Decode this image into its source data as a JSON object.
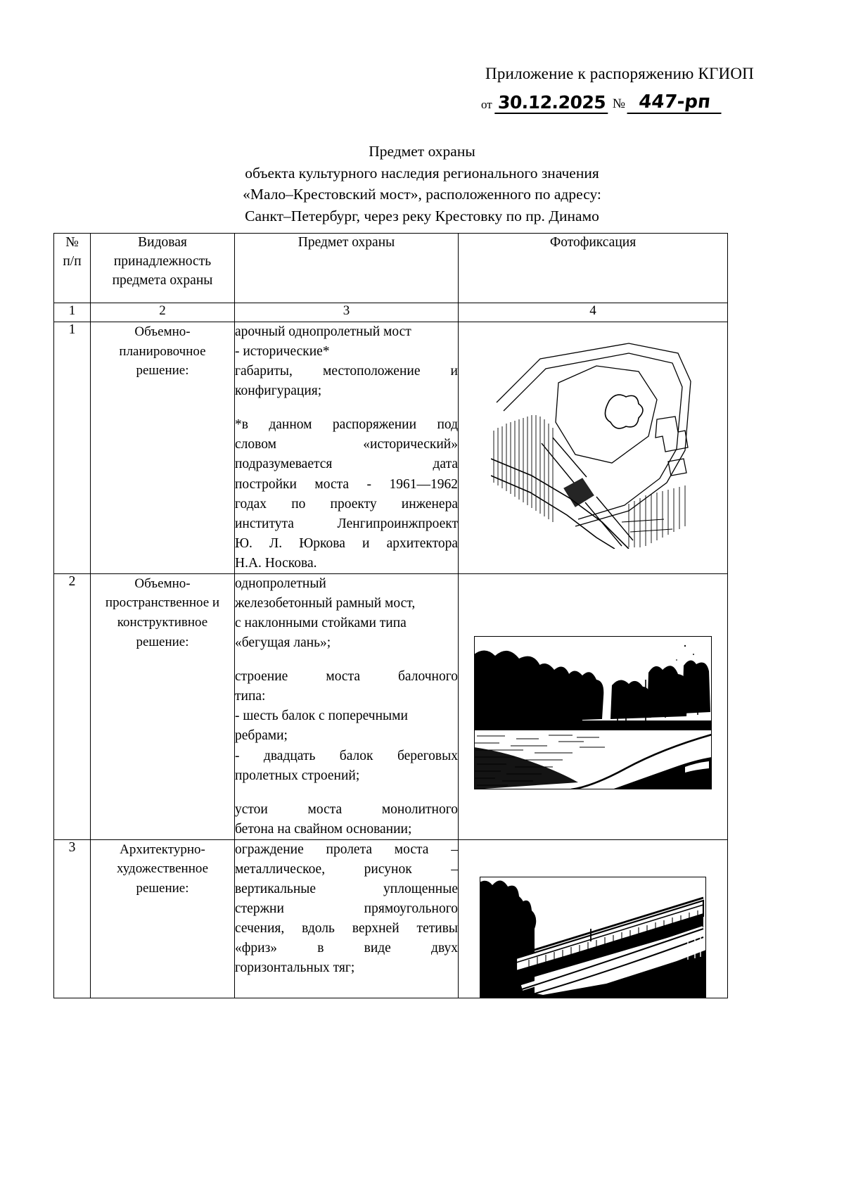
{
  "header": {
    "appendix_line": "Приложение к распоряжению КГИОП",
    "date_label": "от",
    "date_value": "30.12.2025",
    "number_sign": "№",
    "number_value": "447-рп"
  },
  "title": {
    "line1": "Предмет охраны",
    "line2": "объекта культурного наследия регионального значения",
    "line3": "«Мало–Крестовский мост», расположенного по адресу:",
    "line4": "Санкт–Петербург, через реку Крестовку по пр. Динамо"
  },
  "table": {
    "headers": {
      "col1": "№\nп/п",
      "col1_line1": "№",
      "col1_line2": "п/п",
      "col2_line1": "Видовая",
      "col2_line2": "принадлежность",
      "col2_line3": "предмета охраны",
      "col3": "Предмет охраны",
      "col4": "Фотофиксация"
    },
    "column_numbers": [
      "1",
      "2",
      "3",
      "4"
    ],
    "rows": [
      {
        "num": "1",
        "kind_line1": "Объемно-",
        "kind_line2": "планировочное",
        "kind_line3": "решение:",
        "subject_paragraphs": [
          "арочный однопролетный мост - исторические* габариты, местоположение и конфигурация;",
          "*в данном распоряжении под словом «исторический» подразумевается дата постройки моста - 1961—1962 годах по проекту инженера института Ленгипроинжпроект Ю. Л. Юркова и архитектора Н.А. Носкова."
        ],
        "photo_name": "situational-plan-drawing"
      },
      {
        "num": "2",
        "kind_line1": "Объемно-",
        "kind_line2": "пространственное и",
        "kind_line3": "конструктивное",
        "kind_line4": "решение:",
        "subject_paragraphs": [
          "однопролетный железобетонный рамный мост, с наклонными стойками типа «бегущая лань»;",
          "строение моста балочного типа:\n- шесть балок с поперечными ребрами;\n- двадцать балок береговых пролетных строений;",
          "устои моста монолитного бетона на свайном основании;"
        ],
        "photo_name": "river-bank-photo"
      },
      {
        "num": "3",
        "kind_line1": "Архитектурно-",
        "kind_line2": "художественное",
        "kind_line3": "решение:",
        "subject_paragraphs": [
          "ограждение пролета моста – металлическое, рисунок – вертикальные уплощенные стержни прямоугольного сечения, вдоль верхней тетивы «фриз» в виде двух горизонтальных тяг;"
        ],
        "photo_name": "bridge-railing-photo"
      }
    ]
  },
  "row1_subject": {
    "p1_l1": "арочный однопролетный мост",
    "p1_l2": "- исторические*",
    "p1_l3": "габариты, местоположение и",
    "p1_l4": "конфигурация;",
    "p2_l1": "*в данном распоряжении под",
    "p2_l2": "словом «исторический»",
    "p2_l3": "подразумевается дата",
    "p2_l4": "постройки моста - 1961—1962",
    "p2_l5": "годах по проекту инженера",
    "p2_l6": "института Ленгипроинжпроект",
    "p2_l7": "Ю. Л. Юркова и архитектора",
    "p2_l8": "Н.А. Носкова."
  },
  "row2_subject": {
    "p1_l1": "однопролетный",
    "p1_l2": "железобетонный рамный мост,",
    "p1_l3": "с наклонными стойками типа",
    "p1_l4": "«бегущая лань»;",
    "p2_l1": "строение моста балочного",
    "p2_l2": "типа:",
    "p2_l3": "- шесть балок с поперечными",
    "p2_l4": "ребрами;",
    "p2_l5": "- двадцать балок береговых",
    "p2_l6": "пролетных строений;",
    "p3_l1": "устои моста монолитного",
    "p3_l2": "бетона на свайном основании;"
  },
  "row3_subject": {
    "p1_l1": "ограждение пролета моста –",
    "p1_l2": "металлическое, рисунок –",
    "p1_l3": "вертикальные уплощенные",
    "p1_l4": "стержни прямоугольного",
    "p1_l5": "сечения, вдоль верхней тетивы",
    "p1_l6": "«фриз» в виде двух",
    "p1_l7": "горизонтальных тяг;"
  },
  "colors": {
    "ink": "#000000",
    "paper": "#ffffff"
  }
}
